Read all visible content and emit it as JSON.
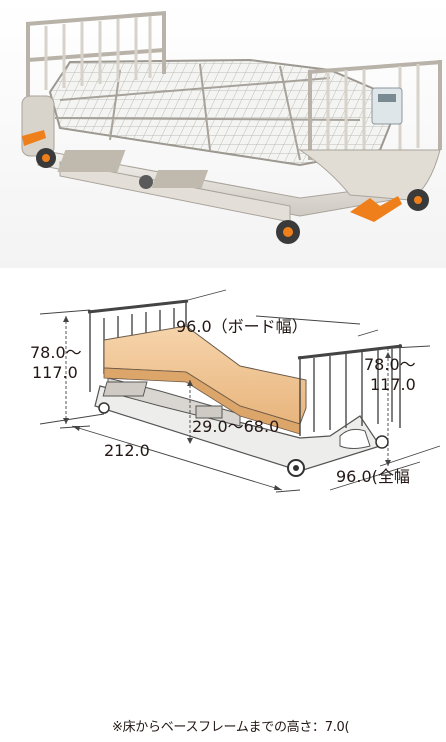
{
  "dimensions": {
    "height_left": {
      "min": "78.0～",
      "max": "117.0"
    },
    "board_width": "96.0（ボード幅）",
    "height_right": {
      "min": "78.0～",
      "max": "117.0"
    },
    "deck_height": "29.0～68.0",
    "total_length": "212.0",
    "total_width": "96.0(全幅"
  },
  "footnote": "※床からベースフレームまでの高さ：7.0(",
  "colors": {
    "accent_orange": "#ef7f1a",
    "mattress": "#f3c99a",
    "frame": "#c9c4bb"
  }
}
